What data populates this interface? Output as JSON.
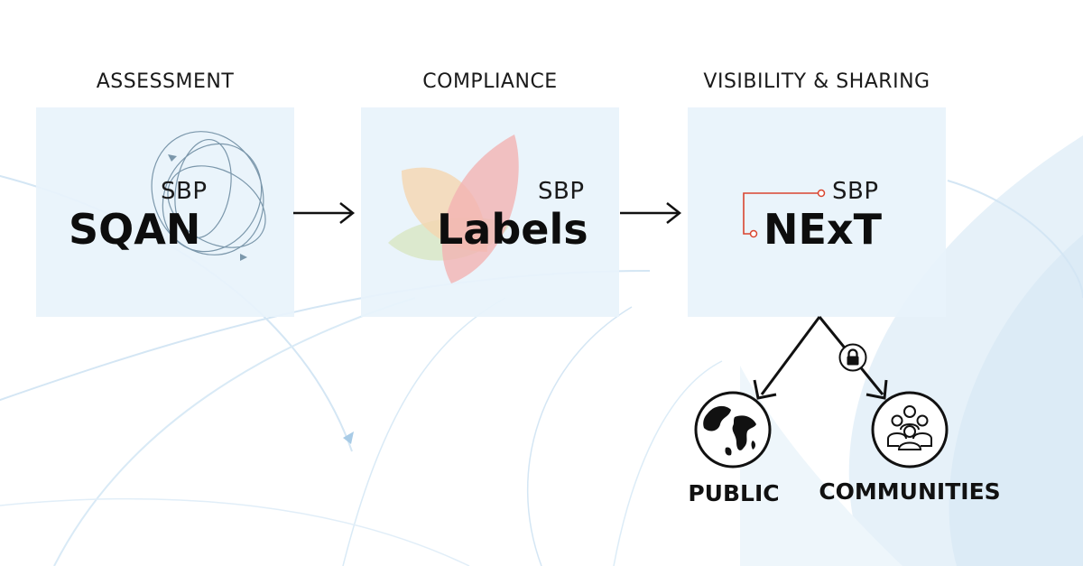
{
  "stages": [
    {
      "title": "ASSESSMENT",
      "prefix": "SBP",
      "name": "SQAN",
      "logo_icon": "orbit-rings-icon"
    },
    {
      "title": "COMPLIANCE",
      "prefix": "SBP",
      "name": "Labels",
      "logo_icon": "leaf-petals-icon"
    },
    {
      "title": "VISIBILITY & SHARING",
      "prefix": "SBP",
      "name": "NExT",
      "logo_icon": "circuit-trace-icon"
    }
  ],
  "outputs": {
    "public": {
      "label": "PUBLIC",
      "icon": "globe-icon"
    },
    "communities": {
      "label": "COMMUNITIES",
      "icon": "people-group-icon",
      "access_icon": "lock-icon"
    }
  },
  "colors": {
    "card_background": "#e8f3fb",
    "background_swirl": "#cfe3f3",
    "text": "#111111",
    "next_accent": "#d9452f",
    "labels_petal_pink": "#f2b3b3",
    "labels_petal_peach": "#f5d6b0",
    "labels_petal_green": "#d9e6c6"
  }
}
